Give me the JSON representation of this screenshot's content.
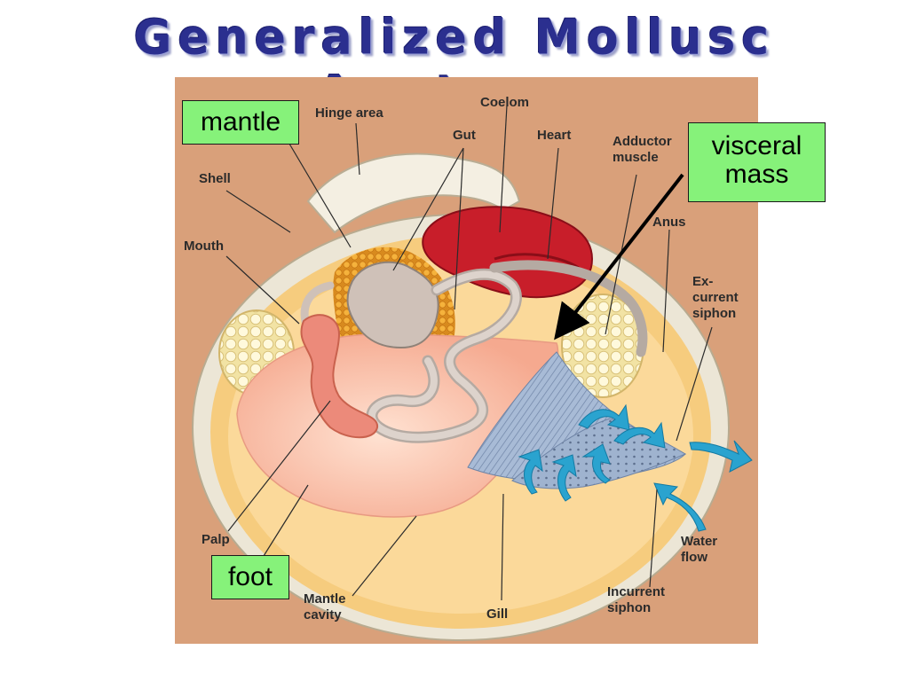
{
  "title": "Generalized Mollusc Anatomy",
  "boxes": {
    "mantle": "mantle",
    "visceral_mass_line1": "visceral",
    "visceral_mass_line2": "mass",
    "foot": "foot"
  },
  "labels": {
    "hinge_area": "Hinge area",
    "coelom": "Coelom",
    "gut": "Gut",
    "heart": "Heart",
    "adductor_line1": "Adductor",
    "adductor_line2": "muscle",
    "shell": "Shell",
    "mouth": "Mouth",
    "anus": "Anus",
    "excurrent_line1": "Ex-",
    "excurrent_line2": "current",
    "excurrent_line3": "siphon",
    "palp": "Palp",
    "water_flow_line1": "Water",
    "water_flow_line2": "flow",
    "incurrent_line1": "Incurrent",
    "incurrent_line2": "siphon",
    "mantle_cavity_line1": "Mantle",
    "mantle_cavity_line2": "cavity",
    "gill": "Gill"
  },
  "colors": {
    "title": "#2b2f8f",
    "background": "#d9a07a",
    "box_fill": "#86f27a",
    "heart": "#c81e2a",
    "water_arrows": "#2aa3cf"
  }
}
